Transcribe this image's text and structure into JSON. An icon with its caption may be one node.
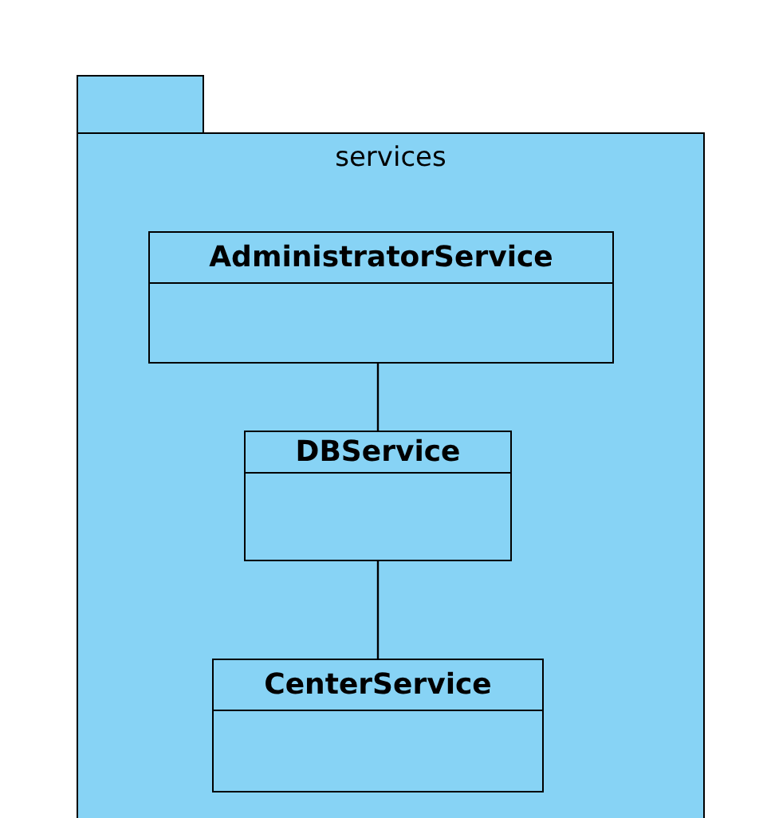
{
  "diagram": {
    "nodes": [
      {
        "text": [
          "services"
        ]
      },
      {
        "text": [
          "AdministratorService"
        ],
        "in": 0
      },
      {
        "text": [
          "DBService"
        ],
        "in": 0
      },
      {
        "text": [
          "CenterService"
        ],
        "in": 0
      }
    ],
    "edges": [
      {
        "from": 1,
        "to": 2,
        "arrow": "none"
      },
      {
        "from": 2,
        "to": 3,
        "arrow": "none"
      }
    ]
  }
}
